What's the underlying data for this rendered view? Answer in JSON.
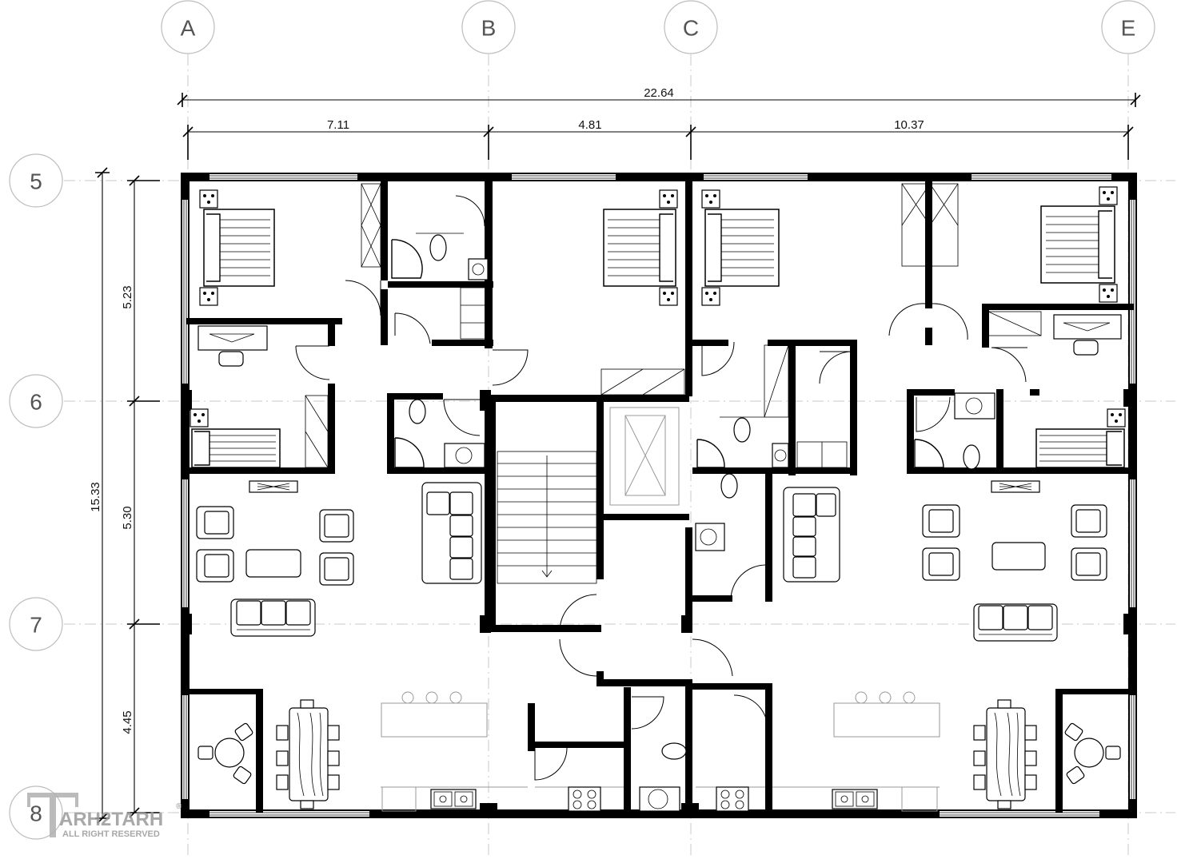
{
  "grid_columns": [
    {
      "label": "A"
    },
    {
      "label": "B"
    },
    {
      "label": "C"
    },
    {
      "label": "E"
    }
  ],
  "grid_rows": [
    {
      "label": "5"
    },
    {
      "label": "6"
    },
    {
      "label": "7"
    },
    {
      "label": "8"
    }
  ],
  "dimensions": {
    "overall_width": "22.64",
    "segment_ab": "7.11",
    "segment_bc": "4.81",
    "segment_ce": "10.37",
    "overall_height": "15.33",
    "segment_56": "5.23",
    "segment_67": "5.30",
    "segment_78": "4.45"
  },
  "watermark": {
    "brand": "ARH2TARH",
    "subtitle": "ALL RIGHT RESERVED",
    "registered": "®"
  }
}
